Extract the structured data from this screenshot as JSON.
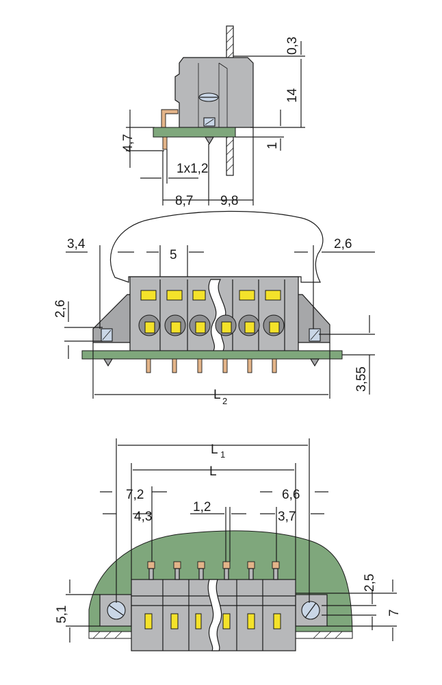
{
  "colors": {
    "housing": "#b7b8ba",
    "pcb_green": "#7fa77c",
    "push_button_yellow": "#f4e22a",
    "pin_copper": "#e3b489",
    "screw_blue": "#c9d6e6"
  },
  "side_view": {
    "dim_top": "0,3",
    "dim_height": "14",
    "dim_pcb": "1",
    "dim_pin_len": "4,7",
    "dim_pin_section": "1x1,2",
    "dim_left": "8,7",
    "dim_right": "9,8"
  },
  "front_view": {
    "dim_left_offset": "3,4",
    "dim_pitch": "5",
    "dim_right_offset": "2,6",
    "dim_flange": "2,6",
    "dim_pin": "3,55",
    "dim_length": "L",
    "dim_length_sub": "2"
  },
  "top_view": {
    "dim_l1": "L",
    "dim_l1_sub": "1",
    "dim_l": "L",
    "dim_left_outer": "7,2",
    "dim_left_inner": "4,3",
    "dim_gap": "1,2",
    "dim_right_outer": "6,6",
    "dim_right_inner": "3,7",
    "dim_flange_height": "5,1",
    "dim_hole": "2,5",
    "dim_body": "7"
  }
}
